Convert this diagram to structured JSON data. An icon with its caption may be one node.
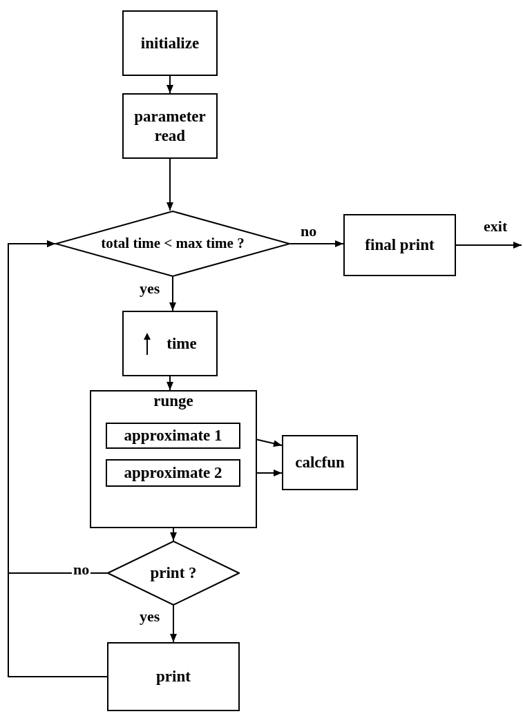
{
  "diagram": {
    "nodes": [
      {
        "text": [
          "initialize"
        ]
      },
      {
        "text": [
          "parameter read"
        ]
      },
      {
        "text": [
          "total time < max time ?"
        ]
      },
      {
        "text": [
          "final print"
        ]
      },
      {
        "text": [
          "time"
        ]
      },
      {
        "text": [
          "runge"
        ]
      },
      {
        "text": [
          "approximate 1"
        ],
        "in": 5
      },
      {
        "text": [
          "approximate 2"
        ],
        "in": 5
      },
      {
        "text": [
          "calcfun"
        ]
      },
      {
        "text": [
          "print ?"
        ]
      },
      {
        "text": [
          "print"
        ]
      }
    ],
    "edges": [
      {
        "from": 0,
        "to": 1,
        "arrow": "to"
      },
      {
        "from": 1,
        "to": 2,
        "arrow": "to"
      },
      {
        "from": 2,
        "to": 3,
        "arrow": "to",
        "label": "no"
      },
      {
        "from": 3,
        "to": null,
        "arrow": "to",
        "label": "exit"
      },
      {
        "from": 2,
        "to": 4,
        "arrow": "to",
        "label": "yes"
      },
      {
        "from": 4,
        "to": 5,
        "arrow": "to"
      },
      {
        "from": 6,
        "to": 8,
        "arrow": "to"
      },
      {
        "from": 7,
        "to": 8,
        "arrow": "to"
      },
      {
        "from": 5,
        "to": 9,
        "arrow": "to"
      },
      {
        "from": 9,
        "to": 10,
        "arrow": "to",
        "label": "yes"
      },
      {
        "from": 9,
        "to": 2,
        "arrow": "to",
        "label": "no"
      },
      {
        "from": 10,
        "to": 2,
        "arrow": "to"
      }
    ]
  }
}
